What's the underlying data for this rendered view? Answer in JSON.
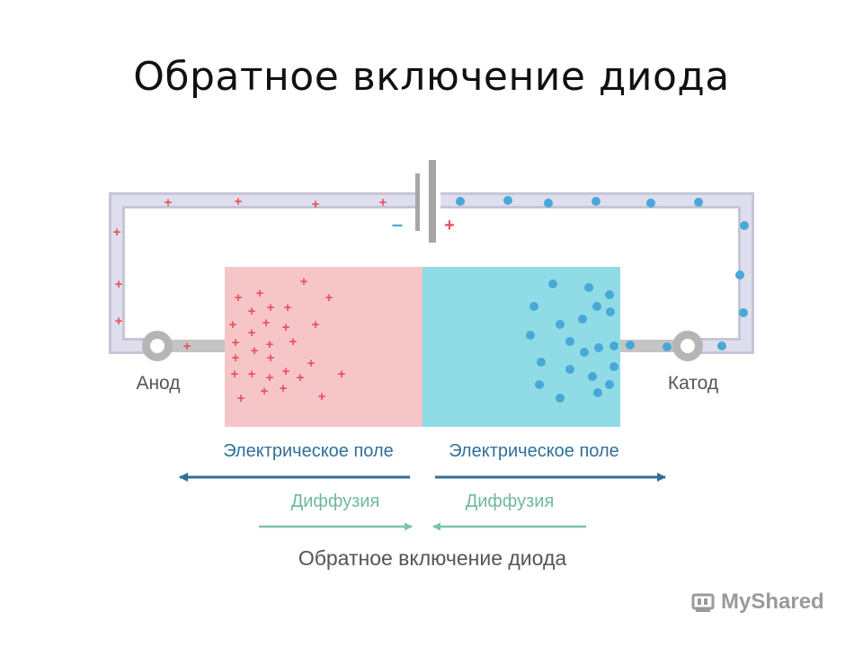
{
  "slide": {
    "title": "Обратное включение диода"
  },
  "diagram": {
    "battery_minus": "–",
    "battery_plus": "+",
    "anode_label": "Анод",
    "cathode_label": "Катод",
    "field_left": "Электрическое поле",
    "field_right": "Электрическое поле",
    "diffusion_left": "Диффузия",
    "diffusion_right": "Диффузия",
    "caption": "Обратное включение диода",
    "hole_symbol": "+",
    "colors": {
      "wire": "#d9d9e8",
      "wire_edge": "#c6c6d8",
      "p_region": "#f6c5c8",
      "n_region": "#8fdce6",
      "hole": "#e8505b",
      "electron": "#4aa8d8",
      "field_arrow": "#2f6f99",
      "diffusion_arrow": "#7cc3a6",
      "terminal": "#bdbdbd"
    }
  },
  "watermark": {
    "text": "MyShared",
    "icon": "myshared-logo-icon"
  }
}
